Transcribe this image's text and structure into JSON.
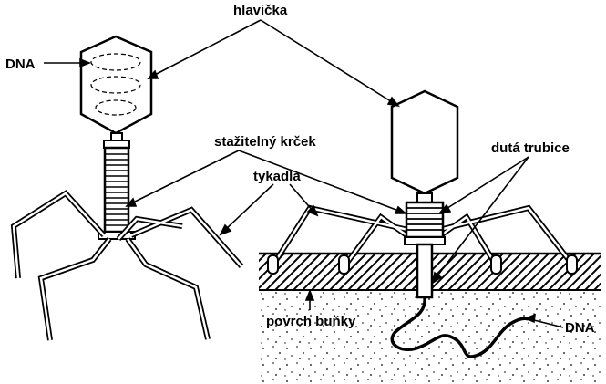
{
  "labels": {
    "dna_left": "DNA",
    "head": "hlavička",
    "tail": "stažitelný krček",
    "tube": "dutá trubice",
    "fibers": "tykadla",
    "surface": "povrch buňky",
    "dna_right": "DNA"
  },
  "colors": {
    "ink": "#000000",
    "paper": "#ffffff"
  }
}
